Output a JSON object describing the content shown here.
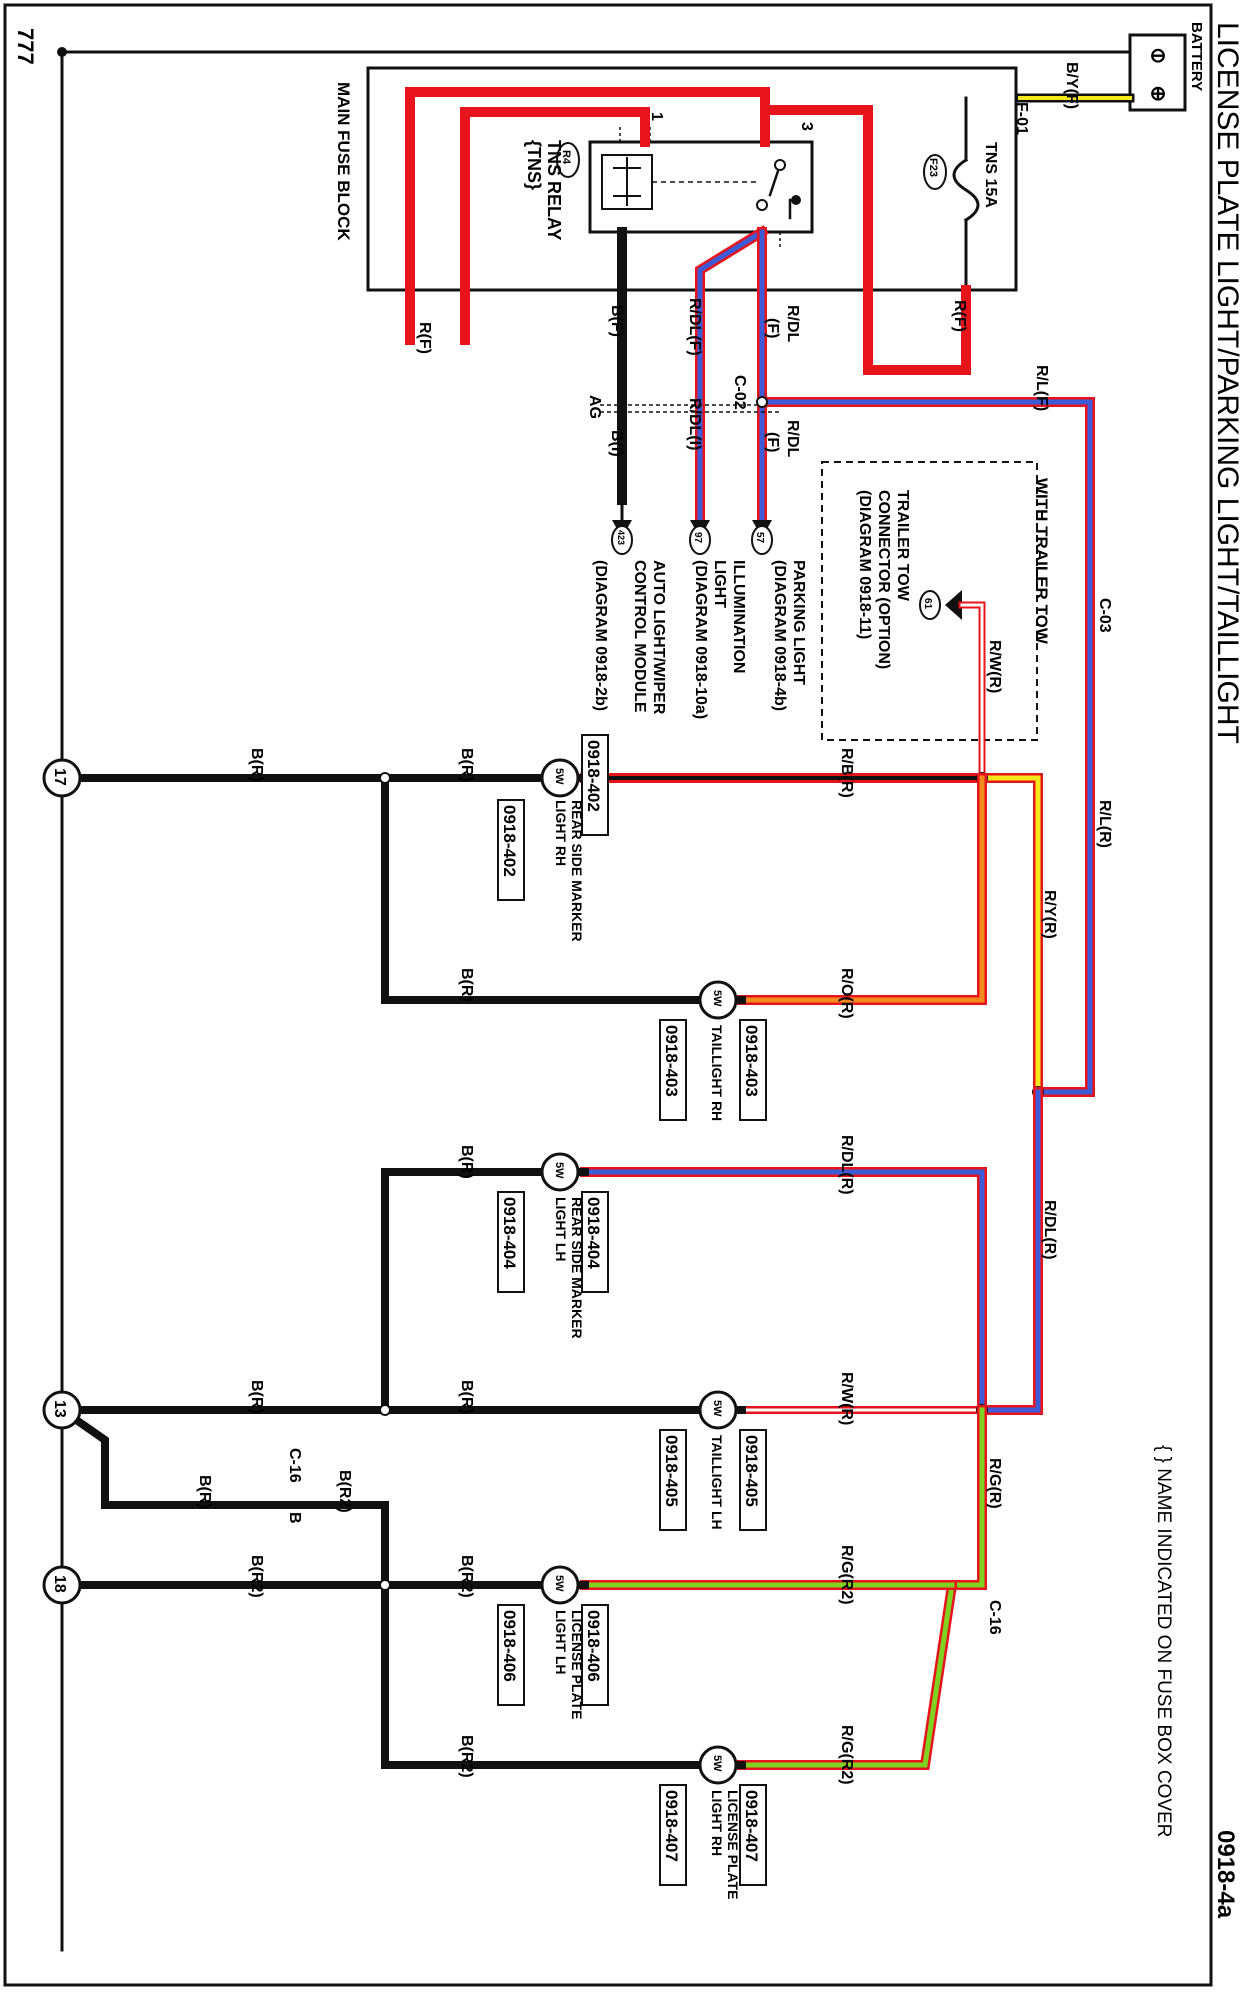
{
  "title": "LICENSE PLATE LIGHT/PARKING LIGHT/TAILLIGHT",
  "diagram_code": "0918-4a",
  "note": "{ } NAME INDICATED ON FUSE BOX COVER",
  "colors": {
    "red": "#e8141b",
    "black": "#111111",
    "blue": "#3d5bd6",
    "yellow": "#f4e81a",
    "orange": "#f58a1f",
    "green": "#7ed321",
    "white": "#ffffff"
  },
  "battery": {
    "label": "BATTERY",
    "minus": "⊖",
    "plus": "⊕"
  },
  "fuse_block": {
    "label": "MAIN FUSE BLOCK",
    "fuse_conn": "F-01",
    "fuse_name": "TNS 15A",
    "fuse_id": "F23",
    "relay_id": "R4",
    "relay_name": "TNS RELAY",
    "relay_tag": "{TNS}",
    "pin1": "1",
    "pin3": "3"
  },
  "wires": {
    "by_f": "B/Y(F)",
    "r_f_fuse": "R(F)",
    "r_f_left": "R(F)",
    "b_f": "B(F)",
    "rdl_f_a": "R/DL(F)",
    "rdl_f_b1": "R/DL",
    "rdl_f_b2": "(F)",
    "rdl_f_c1": "R/DL",
    "rdl_f_c2": "(F)",
    "rl_f": "R/L(F)",
    "ag": "AG",
    "b_i": "B(I)",
    "rdl_i": "R/DL(I)",
    "c02": "C-02",
    "c03": "C-03",
    "rl_r": "R/L(R)",
    "ry_r": "R/Y(R)",
    "rdl_r_main": "R/DL(R)",
    "rw_r_tow": "R/W(R)",
    "rb_r": "R/B(R)",
    "ro_r": "R/O(R)",
    "rdl_r_404": "R/DL(R)",
    "rw_r_405": "R/W(R)",
    "rg_r_main": "R/G(R)",
    "rg_r2_406": "R/G(R2)",
    "rg_r2_407": "R/G(R2)",
    "c16_right": "C-16",
    "br_402": "B(R)",
    "br_402g": "B(R)",
    "br_403": "B(R)",
    "br_404": "B(R)",
    "br_405": "B(R)",
    "br_405g": "B(R)",
    "br_c16": "B(R)",
    "c16_left": "C-16",
    "c16_b": "B",
    "br2_c16": "B(R2)",
    "br2_406": "B(R2)",
    "br2_18": "B(R2)",
    "br2_407": "B(R2)"
  },
  "refs": [
    {
      "num": "57",
      "l1": "PARKING LIGHT",
      "l2": "(DIAGRAM 0918-4b)"
    },
    {
      "num": "97",
      "l1": "ILLUMINATION",
      "l2": "LIGHT",
      "l3": "(DIAGRAM 0918-10a)"
    },
    {
      "num": "423",
      "l1": "AUTO LIGHT/WIPER",
      "l2": "CONTROL MODULE",
      "l3": "(DIAGRAM 0918-2b)"
    }
  ],
  "trailer": {
    "title": "WITH TRAILER TOW",
    "num": "61",
    "l1": "TRAILER TOW",
    "l2": "CONNECTOR (OPTION)",
    "l3": "(DIAGRAM 0918-11)"
  },
  "lamps": [
    {
      "id": "0918-402",
      "watt": "5W",
      "name1": "REAR SIDE MARKER",
      "name2": "LIGHT RH"
    },
    {
      "id": "0918-403",
      "watt": "5W",
      "name1": "TAILLIGHT RH",
      "name2": ""
    },
    {
      "id": "0918-404",
      "watt": "5W",
      "name1": "REAR SIDE MARKER",
      "name2": "LIGHT LH"
    },
    {
      "id": "0918-405",
      "watt": "5W",
      "name1": "TAILLIGHT LH",
      "name2": ""
    },
    {
      "id": "0918-406",
      "watt": "5W",
      "name1": "LICENSE PLATE",
      "name2": "LIGHT LH"
    },
    {
      "id": "0918-407",
      "watt": "5W",
      "name1": "LICENSE PLATE",
      "name2": "LIGHT RH"
    }
  ],
  "grounds": [
    "17",
    "13",
    "18"
  ],
  "ground_symbol": "777"
}
